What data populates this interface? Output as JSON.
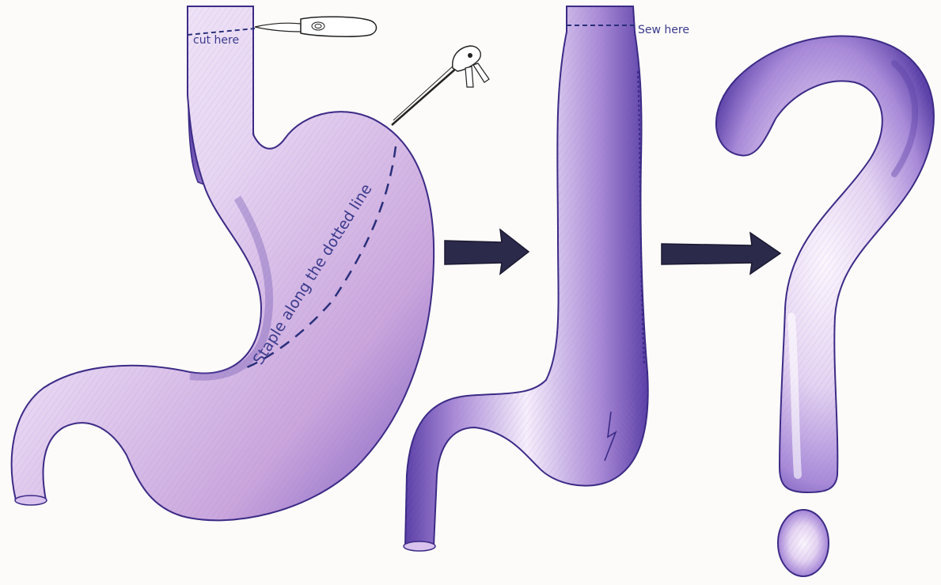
{
  "labels": {
    "cut": "cut here",
    "sew": "Sew here",
    "staple": "Staple along the dotted line"
  },
  "colors": {
    "outline": "#3b2a86",
    "shade_dark": "#6a4fb0",
    "shade_mid": "#a98ad6",
    "highlight": "#f3ecfa",
    "pink": "#c9a3d9",
    "dash": "#2a2f7a",
    "arrow": "#2c2a4a",
    "background": "#fcfbf9"
  },
  "icons": {
    "scalpel": "scalpel-icon",
    "stapler": "surgical-stapler-icon",
    "arrow": "right-arrow-icon"
  }
}
